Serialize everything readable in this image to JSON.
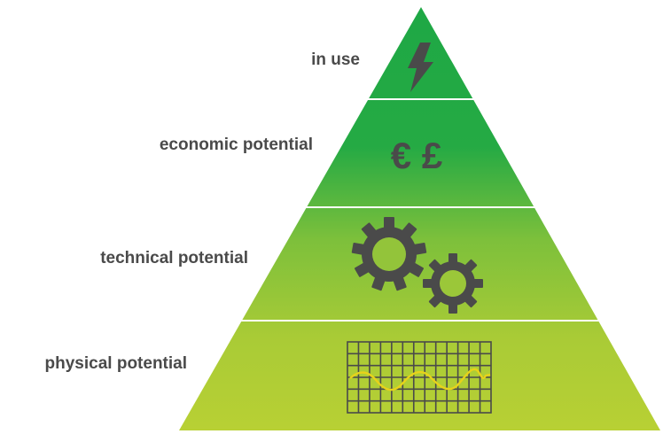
{
  "tiers": [
    {
      "id": "in_use",
      "label": "in use",
      "icon": "lightning-bolt-icon"
    },
    {
      "id": "economic",
      "label": "economic potential",
      "icon": "euro-pound-icon",
      "symbols": "€ £"
    },
    {
      "id": "technical",
      "label": "technical potential",
      "icon": "gears-icon"
    },
    {
      "id": "physical",
      "label": "physical potential",
      "icon": "waveform-grid-icon"
    }
  ],
  "colors": {
    "top_green": "#1ea845",
    "mid_green": "#6cbc3a",
    "bottom_green": "#b5cf35",
    "icon_gray": "#4a4a4a",
    "label_gray": "#4a4a4a",
    "wave_yellow": "#e8d21a",
    "divider": "#ffffff"
  }
}
